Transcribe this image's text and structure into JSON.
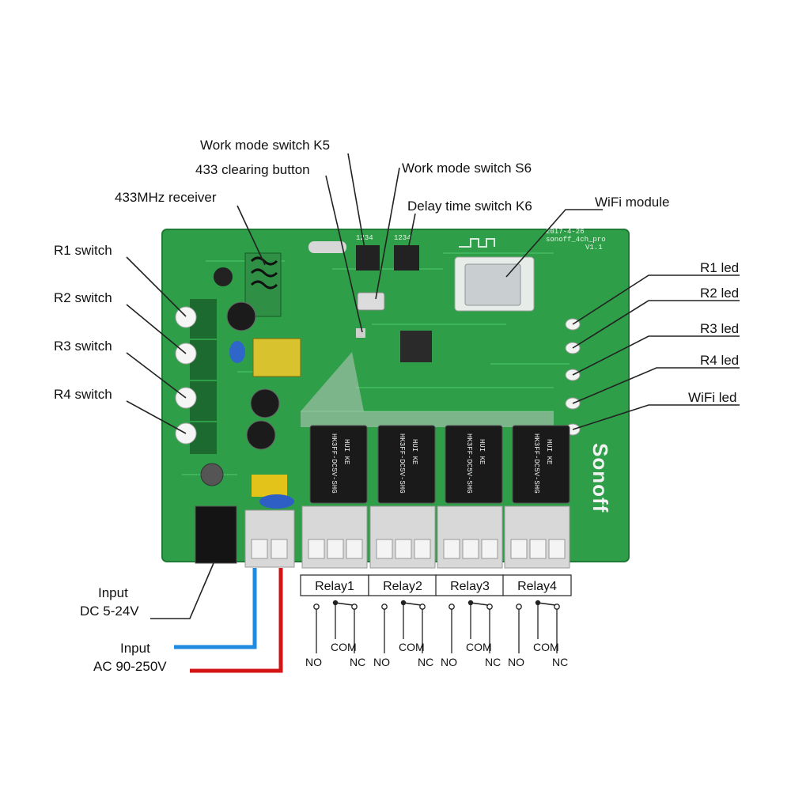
{
  "callouts": {
    "work_mode_k5": "Work mode switch K5",
    "clearing_433": "433 clearing button",
    "receiver_433": "433MHz receiver",
    "work_mode_s6": "Work mode switch S6",
    "delay_k6": "Delay time switch K6",
    "wifi_module": "WiFi module",
    "r1_switch": "R1 switch",
    "r2_switch": "R2 switch",
    "r3_switch": "R3 switch",
    "r4_switch": "R4 switch",
    "r1_led": "R1 led",
    "r2_led": "R2 led",
    "r3_led": "R3 led",
    "r4_led": "R4 led",
    "wifi_led": "WiFi led",
    "input_dc_line1": "Input",
    "input_dc_line2": "DC 5-24V",
    "input_ac_line1": "Input",
    "input_ac_line2": "AC 90-250V"
  },
  "relays": [
    {
      "label": "Relay1",
      "no": "NO",
      "com": "COM",
      "nc": "NC"
    },
    {
      "label": "Relay2",
      "no": "NO",
      "com": "COM",
      "nc": "NC"
    },
    {
      "label": "Relay3",
      "no": "NO",
      "com": "COM",
      "nc": "NC"
    },
    {
      "label": "Relay4",
      "no": "NO",
      "com": "COM",
      "nc": "NC"
    }
  ],
  "board": {
    "brand": "Sonoff",
    "relay_part": "HK3FF-DC5V-SHG",
    "relay_maker": "HUI KE",
    "silk_version": "sonoff_4ch_pro",
    "silk_date": "2017-4-26",
    "silk_rev": "V1.1",
    "dip_k5": "1234",
    "dip_k6": "1234"
  },
  "colors": {
    "pcb": "#2e9e48",
    "pcb_dark": "#1f7a35",
    "relay_body": "#1a1a1a",
    "terminal": "#d8d8d8",
    "wire_blue": "#1e8be0",
    "wire_red": "#d41414",
    "callout_line": "#222222"
  }
}
